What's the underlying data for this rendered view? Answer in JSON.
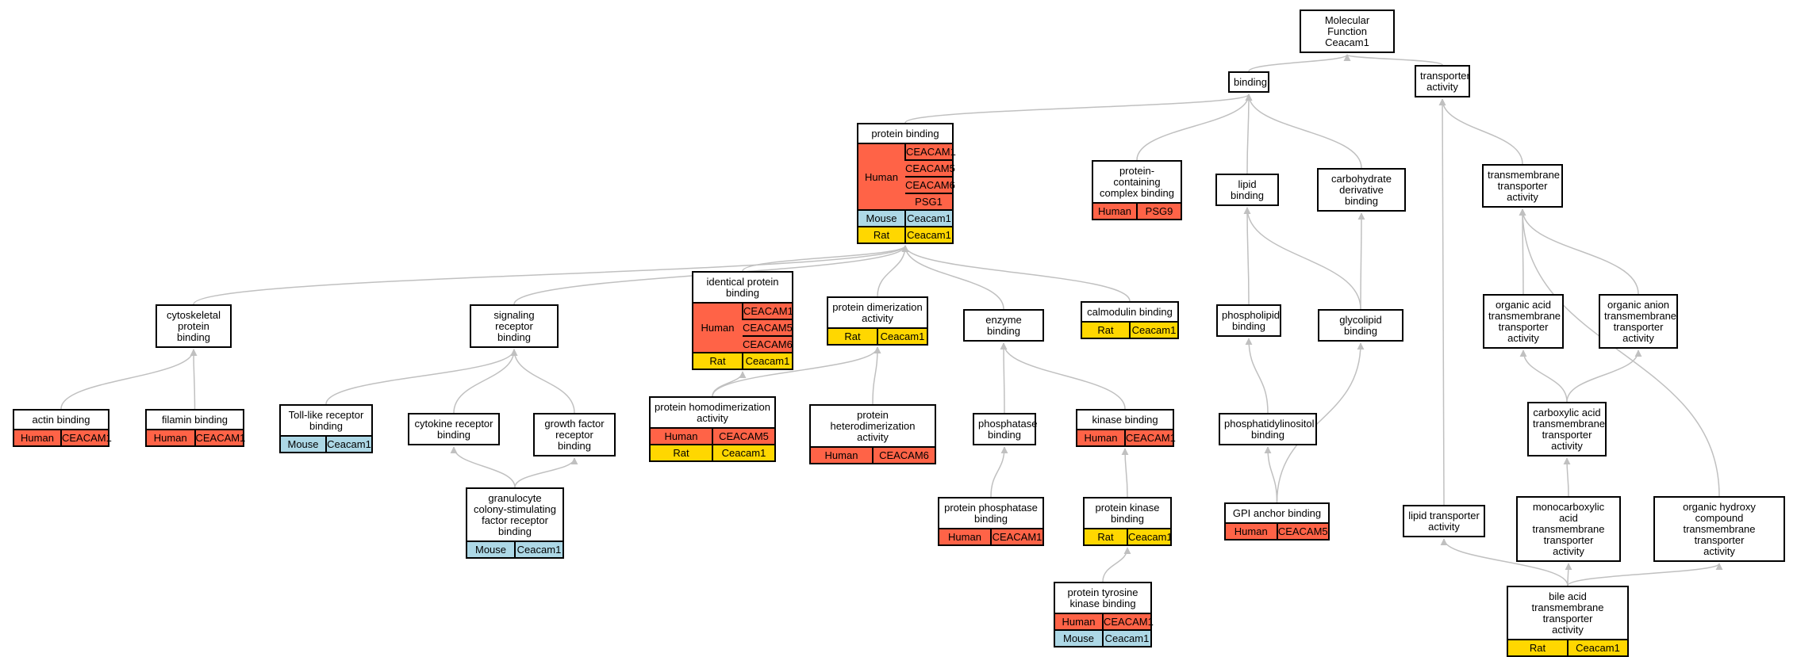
{
  "graph": {
    "nodes": [
      {
        "id": "mf",
        "title": "Molecular Function\nCeacam1"
      },
      {
        "id": "binding",
        "title": "binding"
      },
      {
        "id": "transporter",
        "title": "transporter\nactivity"
      },
      {
        "id": "protein_binding",
        "title": "protein binding",
        "annotations": [
          {
            "species": "Human",
            "genes": [
              "CEACAM1",
              "CEACAM5",
              "CEACAM6",
              "PSG1"
            ]
          },
          {
            "species": "Mouse",
            "genes": [
              "Ceacam1"
            ]
          },
          {
            "species": "Rat",
            "genes": [
              "Ceacam1"
            ]
          }
        ]
      },
      {
        "id": "pcc_binding",
        "title": "protein-containing\ncomplex binding",
        "annotations": [
          {
            "species": "Human",
            "genes": [
              "PSG9"
            ]
          }
        ]
      },
      {
        "id": "lipid_binding",
        "title": "lipid binding"
      },
      {
        "id": "carb_binding",
        "title": "carbohydrate\nderivative binding"
      },
      {
        "id": "tm_transporter",
        "title": "transmembrane\ntransporter\nactivity"
      },
      {
        "id": "cytoskeletal",
        "title": "cytoskeletal\nprotein binding"
      },
      {
        "id": "signaling",
        "title": "signaling receptor\nbinding"
      },
      {
        "id": "identical",
        "title": "identical protein\nbinding",
        "annotations": [
          {
            "species": "Human",
            "genes": [
              "CEACAM1",
              "CEACAM5",
              "CEACAM6"
            ]
          },
          {
            "species": "Rat",
            "genes": [
              "Ceacam1"
            ]
          }
        ]
      },
      {
        "id": "dimerization",
        "title": "protein dimerization\nactivity",
        "annotations": [
          {
            "species": "Rat",
            "genes": [
              "Ceacam1"
            ]
          }
        ]
      },
      {
        "id": "enzyme",
        "title": "enzyme binding"
      },
      {
        "id": "calmodulin",
        "title": "calmodulin binding",
        "annotations": [
          {
            "species": "Rat",
            "genes": [
              "Ceacam1"
            ]
          }
        ]
      },
      {
        "id": "phospholipid",
        "title": "phospholipid\nbinding"
      },
      {
        "id": "glycolipid",
        "title": "glycolipid binding"
      },
      {
        "id": "organic_acid",
        "title": "organic acid\ntransmembrane\ntransporter\nactivity"
      },
      {
        "id": "organic_anion",
        "title": "organic anion\ntransmembrane\ntransporter\nactivity"
      },
      {
        "id": "actin",
        "title": "actin binding",
        "annotations": [
          {
            "species": "Human",
            "genes": [
              "CEACAM1"
            ]
          }
        ]
      },
      {
        "id": "filamin",
        "title": "filamin binding",
        "annotations": [
          {
            "species": "Human",
            "genes": [
              "CEACAM1"
            ]
          }
        ]
      },
      {
        "id": "tlr",
        "title": "Toll-like receptor\nbinding",
        "annotations": [
          {
            "species": "Mouse",
            "genes": [
              "Ceacam1"
            ]
          }
        ]
      },
      {
        "id": "cytokine",
        "title": "cytokine receptor\nbinding"
      },
      {
        "id": "growth",
        "title": "growth factor\nreceptor binding"
      },
      {
        "id": "homodim",
        "title": "protein homodimerization\nactivity",
        "annotations": [
          {
            "species": "Human",
            "genes": [
              "CEACAM5"
            ]
          },
          {
            "species": "Rat",
            "genes": [
              "Ceacam1"
            ]
          }
        ]
      },
      {
        "id": "heterodim",
        "title": "protein heterodimerization\nactivity",
        "annotations": [
          {
            "species": "Human",
            "genes": [
              "CEACAM6"
            ]
          }
        ]
      },
      {
        "id": "phosphatase",
        "title": "phosphatase\nbinding"
      },
      {
        "id": "kinase",
        "title": "kinase binding",
        "annotations": [
          {
            "species": "Human",
            "genes": [
              "CEACAM1"
            ]
          }
        ]
      },
      {
        "id": "phosphatidylinositol",
        "title": "phosphatidylinositol\nbinding"
      },
      {
        "id": "carboxylic",
        "title": "carboxylic acid\ntransmembrane\ntransporter\nactivity"
      },
      {
        "id": "gmcsf",
        "title": "granulocyte\ncolony-stimulating\nfactor receptor\nbinding",
        "annotations": [
          {
            "species": "Mouse",
            "genes": [
              "Ceacam1"
            ]
          }
        ]
      },
      {
        "id": "prot_phosphatase",
        "title": "protein phosphatase\nbinding",
        "annotations": [
          {
            "species": "Human",
            "genes": [
              "CEACAM1"
            ]
          }
        ]
      },
      {
        "id": "prot_kinase",
        "title": "protein kinase\nbinding",
        "annotations": [
          {
            "species": "Rat",
            "genes": [
              "Ceacam1"
            ]
          }
        ]
      },
      {
        "id": "gpi",
        "title": "GPI anchor binding",
        "annotations": [
          {
            "species": "Human",
            "genes": [
              "CEACAM5"
            ]
          }
        ]
      },
      {
        "id": "lipid_transporter",
        "title": "lipid transporter\nactivity"
      },
      {
        "id": "monocarboxylic",
        "title": "monocarboxylic\nacid transmembrane\ntransporter\nactivity"
      },
      {
        "id": "organic_hydroxy",
        "title": "organic hydroxy\ncompound transmembrane\ntransporter\nactivity"
      },
      {
        "id": "tyrosine_kinase",
        "title": "protein tyrosine\nkinase binding",
        "annotations": [
          {
            "species": "Human",
            "genes": [
              "CEACAM1"
            ]
          },
          {
            "species": "Mouse",
            "genes": [
              "Ceacam1"
            ]
          }
        ]
      },
      {
        "id": "bile_acid",
        "title": "bile acid transmembrane\ntransporter\nactivity",
        "annotations": [
          {
            "species": "Rat",
            "genes": [
              "Ceacam1"
            ]
          }
        ]
      }
    ],
    "edges": [
      [
        "binding",
        "mf"
      ],
      [
        "transporter",
        "mf"
      ],
      [
        "protein_binding",
        "binding"
      ],
      [
        "pcc_binding",
        "binding"
      ],
      [
        "lipid_binding",
        "binding"
      ],
      [
        "carb_binding",
        "binding"
      ],
      [
        "tm_transporter",
        "transporter"
      ],
      [
        "lipid_transporter",
        "transporter"
      ],
      [
        "cytoskeletal",
        "protein_binding"
      ],
      [
        "signaling",
        "protein_binding"
      ],
      [
        "identical",
        "protein_binding"
      ],
      [
        "dimerization",
        "protein_binding"
      ],
      [
        "enzyme",
        "protein_binding"
      ],
      [
        "calmodulin",
        "protein_binding"
      ],
      [
        "phospholipid",
        "lipid_binding"
      ],
      [
        "glycolipid",
        "lipid_binding"
      ],
      [
        "glycolipid",
        "carb_binding"
      ],
      [
        "organic_acid",
        "tm_transporter"
      ],
      [
        "organic_anion",
        "tm_transporter"
      ],
      [
        "organic_hydroxy",
        "tm_transporter"
      ],
      [
        "actin",
        "cytoskeletal"
      ],
      [
        "filamin",
        "cytoskeletal"
      ],
      [
        "tlr",
        "signaling"
      ],
      [
        "cytokine",
        "signaling"
      ],
      [
        "growth",
        "signaling"
      ],
      [
        "homodim",
        "identical"
      ],
      [
        "homodim",
        "dimerization"
      ],
      [
        "heterodim",
        "dimerization"
      ],
      [
        "phosphatase",
        "enzyme"
      ],
      [
        "kinase",
        "enzyme"
      ],
      [
        "phosphatidylinositol",
        "phospholipid"
      ],
      [
        "carboxylic",
        "organic_acid"
      ],
      [
        "carboxylic",
        "organic_anion"
      ],
      [
        "gmcsf",
        "cytokine"
      ],
      [
        "gmcsf",
        "growth"
      ],
      [
        "prot_phosphatase",
        "phosphatase"
      ],
      [
        "prot_kinase",
        "kinase"
      ],
      [
        "gpi",
        "phosphatidylinositol"
      ],
      [
        "gpi",
        "glycolipid"
      ],
      [
        "monocarboxylic",
        "carboxylic"
      ],
      [
        "tyrosine_kinase",
        "prot_kinase"
      ],
      [
        "bile_acid",
        "monocarboxylic"
      ],
      [
        "bile_acid",
        "lipid_transporter"
      ],
      [
        "bile_acid",
        "organic_hydroxy"
      ]
    ]
  },
  "colors": {
    "Human": "#ff6347",
    "Mouse": "#add8e6",
    "Rat": "#ffd700",
    "edge": "#c0c0c0",
    "border": "#000000"
  }
}
